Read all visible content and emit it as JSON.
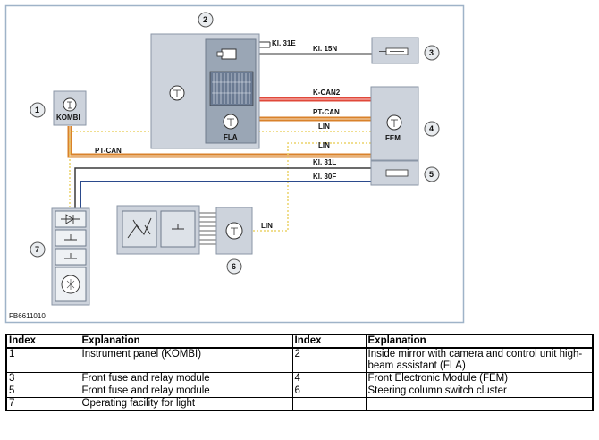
{
  "diagram": {
    "figure_id": "FB6611010",
    "components": {
      "c1": {
        "index": "1",
        "name": "KOMBI"
      },
      "c2": {
        "index": "2",
        "name": "FLA"
      },
      "c3": {
        "index": "3"
      },
      "c4": {
        "index": "4",
        "name": "FEM"
      },
      "c5": {
        "index": "5"
      },
      "c6": {
        "index": "6"
      },
      "c7": {
        "index": "7"
      }
    },
    "wires": {
      "kl31e": "Kl. 31E",
      "kl15n": "Kl. 15N",
      "kcan2": "K-CAN2",
      "ptcan_top": "PT-CAN",
      "ptcan_left": "PT-CAN",
      "lin1": "LIN",
      "lin2": "LIN",
      "kl31l": "Kl. 31L",
      "kl30f": "Kl. 30F",
      "lin_sw": "LIN"
    },
    "colors": {
      "ptcan": "#d9822b",
      "kcan": "#e0483a",
      "lin": "#ecd46a",
      "kl30": "#2b4a8c",
      "kl31": "#3a3a3a",
      "module": "#cdd3dc",
      "frame": "#9fb3c8"
    }
  },
  "table": {
    "headers": [
      "Index",
      "Explanation",
      "Index",
      "Explanation"
    ],
    "rows": [
      [
        "1",
        "Instrument panel (KOMBI)",
        "2",
        "Inside mirror with camera and control unit high-beam assistant (FLA)"
      ],
      [
        "3",
        "Front fuse and relay module",
        "4",
        "Front Electronic Module (FEM)"
      ],
      [
        "5",
        "Front fuse and relay module",
        "6",
        "Steering column switch cluster"
      ],
      [
        "7",
        "Operating facility for light",
        "",
        ""
      ]
    ]
  }
}
